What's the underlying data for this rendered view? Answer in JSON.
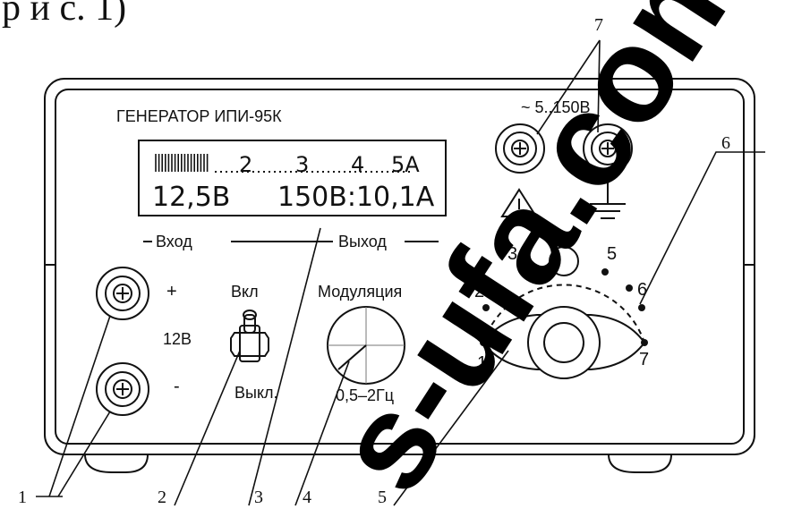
{
  "top_text": "р и с. 1)",
  "device_title": "ГЕНЕРАТОР ИПИ-95К",
  "display": {
    "scale_labels": [
      "2",
      "3",
      "4",
      "5А"
    ],
    "input_voltage": "12,5В",
    "output_reading": "150В:10,1А"
  },
  "panel_labels": {
    "input": "Вход",
    "output": "Выход",
    "output_voltage": "~ 5..150В",
    "plus": "+",
    "minus": "-",
    "voltage_12": "12В",
    "on": "Вкл",
    "off": "Выкл.",
    "modulation": "Модуляция",
    "frequency": "0,5–2Гц"
  },
  "dial_positions": [
    "1",
    "2",
    "3",
    "5",
    "6",
    "7"
  ],
  "callouts": [
    "1",
    "2",
    "3",
    "4",
    "5",
    "6",
    "7"
  ],
  "watermark": "s-ufa.com",
  "colors": {
    "ink": "#111111",
    "background": "#ffffff"
  }
}
